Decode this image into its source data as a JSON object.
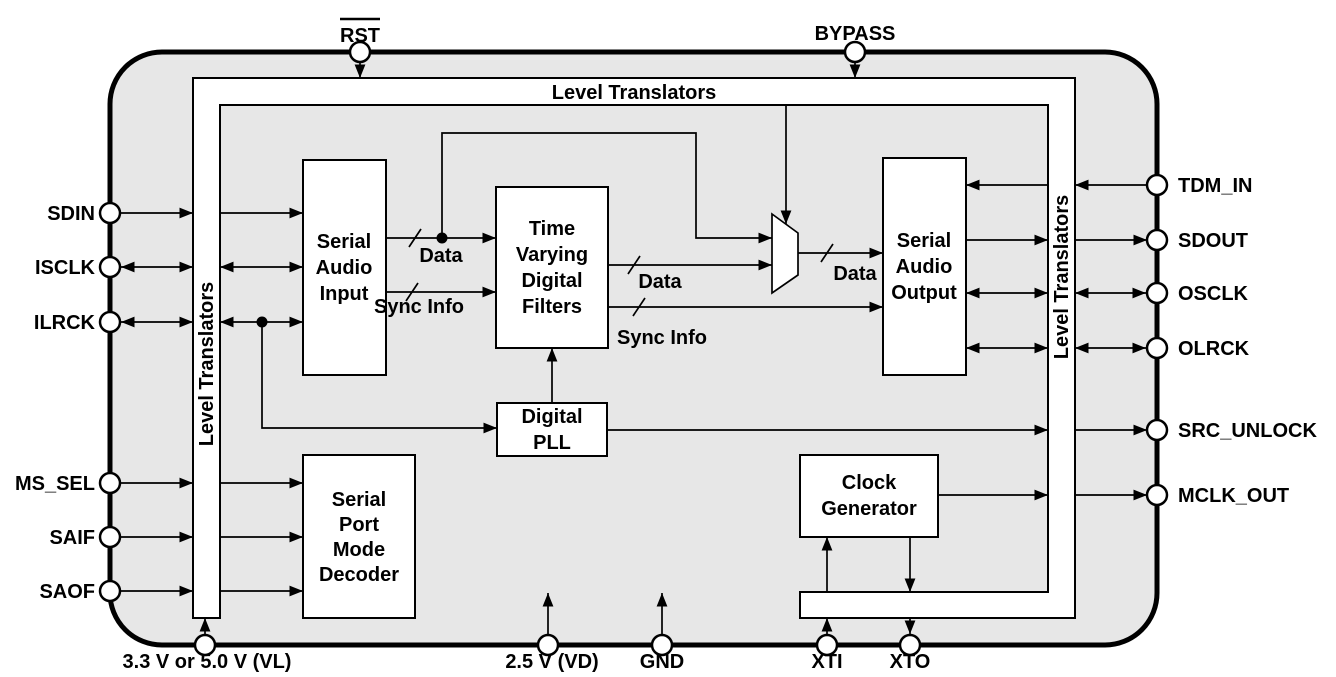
{
  "pins": {
    "top": [
      "RST",
      "BYPASS"
    ],
    "top_overline": [
      true,
      false
    ],
    "left": [
      "SDIN",
      "ISCLK",
      "ILRCK",
      "MS_SEL",
      "SAIF",
      "SAOF"
    ],
    "right": [
      "TDM_IN",
      "SDOUT",
      "OSCLK",
      "OLRCK",
      "SRC_UNLOCK",
      "MCLK_OUT"
    ],
    "bottom": [
      "3.3 V or 5.0 V (VL)",
      "2.5 V (VD)",
      "GND",
      "XTI",
      "XTO"
    ]
  },
  "frame": {
    "top": "Level Translators",
    "left": "Level Translators",
    "right": "Level Translators"
  },
  "blocks": {
    "serial_audio_input": [
      "Serial",
      "Audio",
      "Input"
    ],
    "time_varying_digital_filters": [
      "Time",
      "Varying",
      "Digital",
      "Filters"
    ],
    "serial_audio_output": [
      "Serial",
      "Audio",
      "Output"
    ],
    "digital_pll": [
      "Digital",
      "PLL"
    ],
    "serial_port_mode_decoder": [
      "Serial",
      "Port",
      "Mode",
      "Decoder"
    ],
    "clock_generator": [
      "Clock",
      "Generator"
    ]
  },
  "bus_labels": {
    "data_in": "Data",
    "sync_in": "Sync Info",
    "data_filters_out": "Data",
    "sync_filters_out": "Sync Info",
    "data_mux_out": "Data"
  },
  "colors": {
    "chip_fill": "#e7e7e7",
    "block_fill": "#ffffff",
    "line": "#000000",
    "background": "#ffffff"
  }
}
